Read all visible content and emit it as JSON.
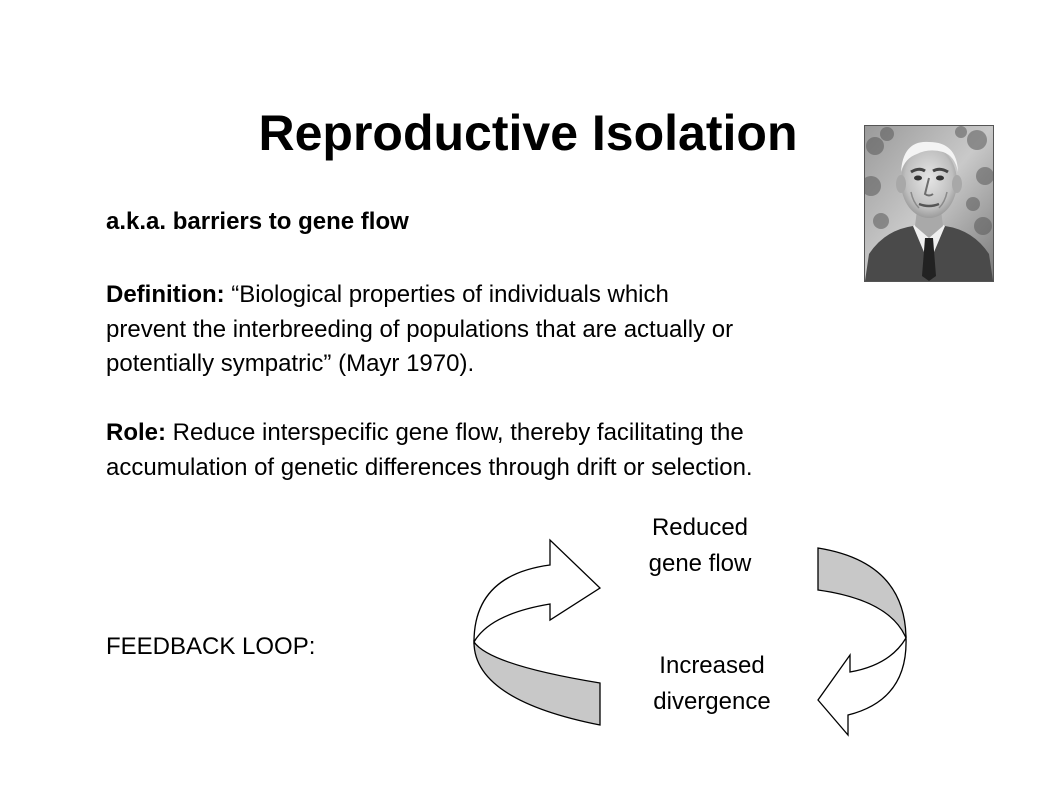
{
  "slide": {
    "title": "Reproductive Isolation",
    "aka": "a.k.a. barriers to gene flow",
    "definition": {
      "label": "Definition:",
      "lines": [
        " “Biological properties of individuals which",
        "prevent the interbreeding of populations that are actually or",
        "potentially sympatric” (Mayr 1970)."
      ]
    },
    "role": {
      "label": "Role:",
      "lines": [
        " Reduce interspecific gene flow, thereby facilitating the",
        "accumulation of genetic differences through drift or selection."
      ]
    },
    "feedback_label": "FEEDBACK LOOP:",
    "cycle": {
      "top_label_line1": "Reduced",
      "top_label_line2": "gene flow",
      "bottom_label_line1": "Increased",
      "bottom_label_line2": "divergence",
      "arrow_fill": "#ffffff",
      "arrow_shade": "#c8c8c8",
      "arrow_stroke": "#000000"
    },
    "portrait": {
      "icon": "portrait-photo-icon"
    }
  }
}
